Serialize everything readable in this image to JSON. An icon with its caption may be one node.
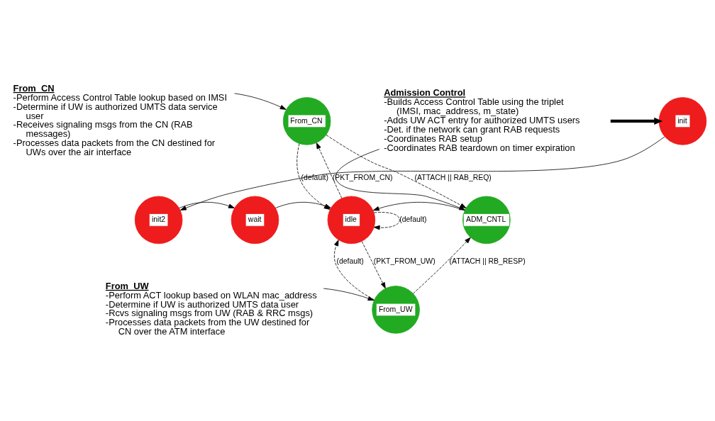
{
  "diagram": {
    "nodes": [
      {
        "text": [
          "From_CN",
          "-Perform Access Control Table lookup based on IMSI",
          "-Determine if UW is authorized UMTS data service user",
          "-Receives signaling msgs from the CN (RAB messages)",
          "-Processes data packets from the CN destined for UWs over the air interface"
        ]
      },
      {
        "text": [
          "Admission Control",
          "-Builds Access Control Table using the triplet (IMSI, mac_address, m_state)",
          "-Adds UW ACT entry for authorized UMTS users",
          "-Det. if the network can grant RAB requests",
          "-Coordinates RAB setup",
          "-Coordinates RAB teardown on timer expiration"
        ]
      },
      {
        "text": [
          "From_UW",
          "-Perform ACT lookup based on WLAN mac_address",
          "-Determine if UW is authorized UMTS data user",
          "-Rcvs signaling msgs from UW (RAB & RRC msgs)",
          "-Processes data packets from the UW destined for CN over the ATM interface"
        ]
      },
      {
        "text": [
          "From_CN"
        ]
      },
      {
        "text": [
          "init"
        ]
      },
      {
        "text": [
          "init2"
        ]
      },
      {
        "text": [
          "wait"
        ]
      },
      {
        "text": [
          "idle"
        ]
      },
      {
        "text": [
          "ADM_CNTL"
        ]
      },
      {
        "text": [
          "From_UW"
        ]
      }
    ],
    "edges": [
      {
        "from": null,
        "to": 4,
        "arrow": "to",
        "style": "thick"
      },
      {
        "from": 4,
        "to": 5,
        "arrow": "to"
      },
      {
        "from": 5,
        "to": 6,
        "arrow": "to"
      },
      {
        "from": 6,
        "to": 7,
        "arrow": "to"
      },
      {
        "from": 7,
        "to": 3,
        "arrow": "to",
        "style": "dashed",
        "label": "(PKT_FROM_CN)"
      },
      {
        "from": 3,
        "to": 7,
        "arrow": "to",
        "style": "dashed",
        "label": "(default)"
      },
      {
        "from": 7,
        "to": 7,
        "arrow": "to",
        "style": "dashed",
        "label": "(default)"
      },
      {
        "from": 3,
        "to": 8,
        "arrow": "to",
        "style": "dashed",
        "label": "(ATTACH || RAB_REQ)"
      },
      {
        "from": 8,
        "to": 7,
        "arrow": "to"
      },
      {
        "from": 7,
        "to": 9,
        "arrow": "to",
        "style": "dashed",
        "label": "(PKT_FROM_UW)"
      },
      {
        "from": 9,
        "to": 7,
        "arrow": "to",
        "style": "dashed",
        "label": "(default)"
      },
      {
        "from": 9,
        "to": 8,
        "arrow": "to",
        "style": "dashed",
        "label": "(ATTACH || RB_RESP)"
      },
      {
        "from": 0,
        "to": 3,
        "arrow": "to"
      },
      {
        "from": 1,
        "to": 8,
        "arrow": "to"
      },
      {
        "from": 2,
        "to": 9,
        "arrow": "to"
      }
    ]
  }
}
